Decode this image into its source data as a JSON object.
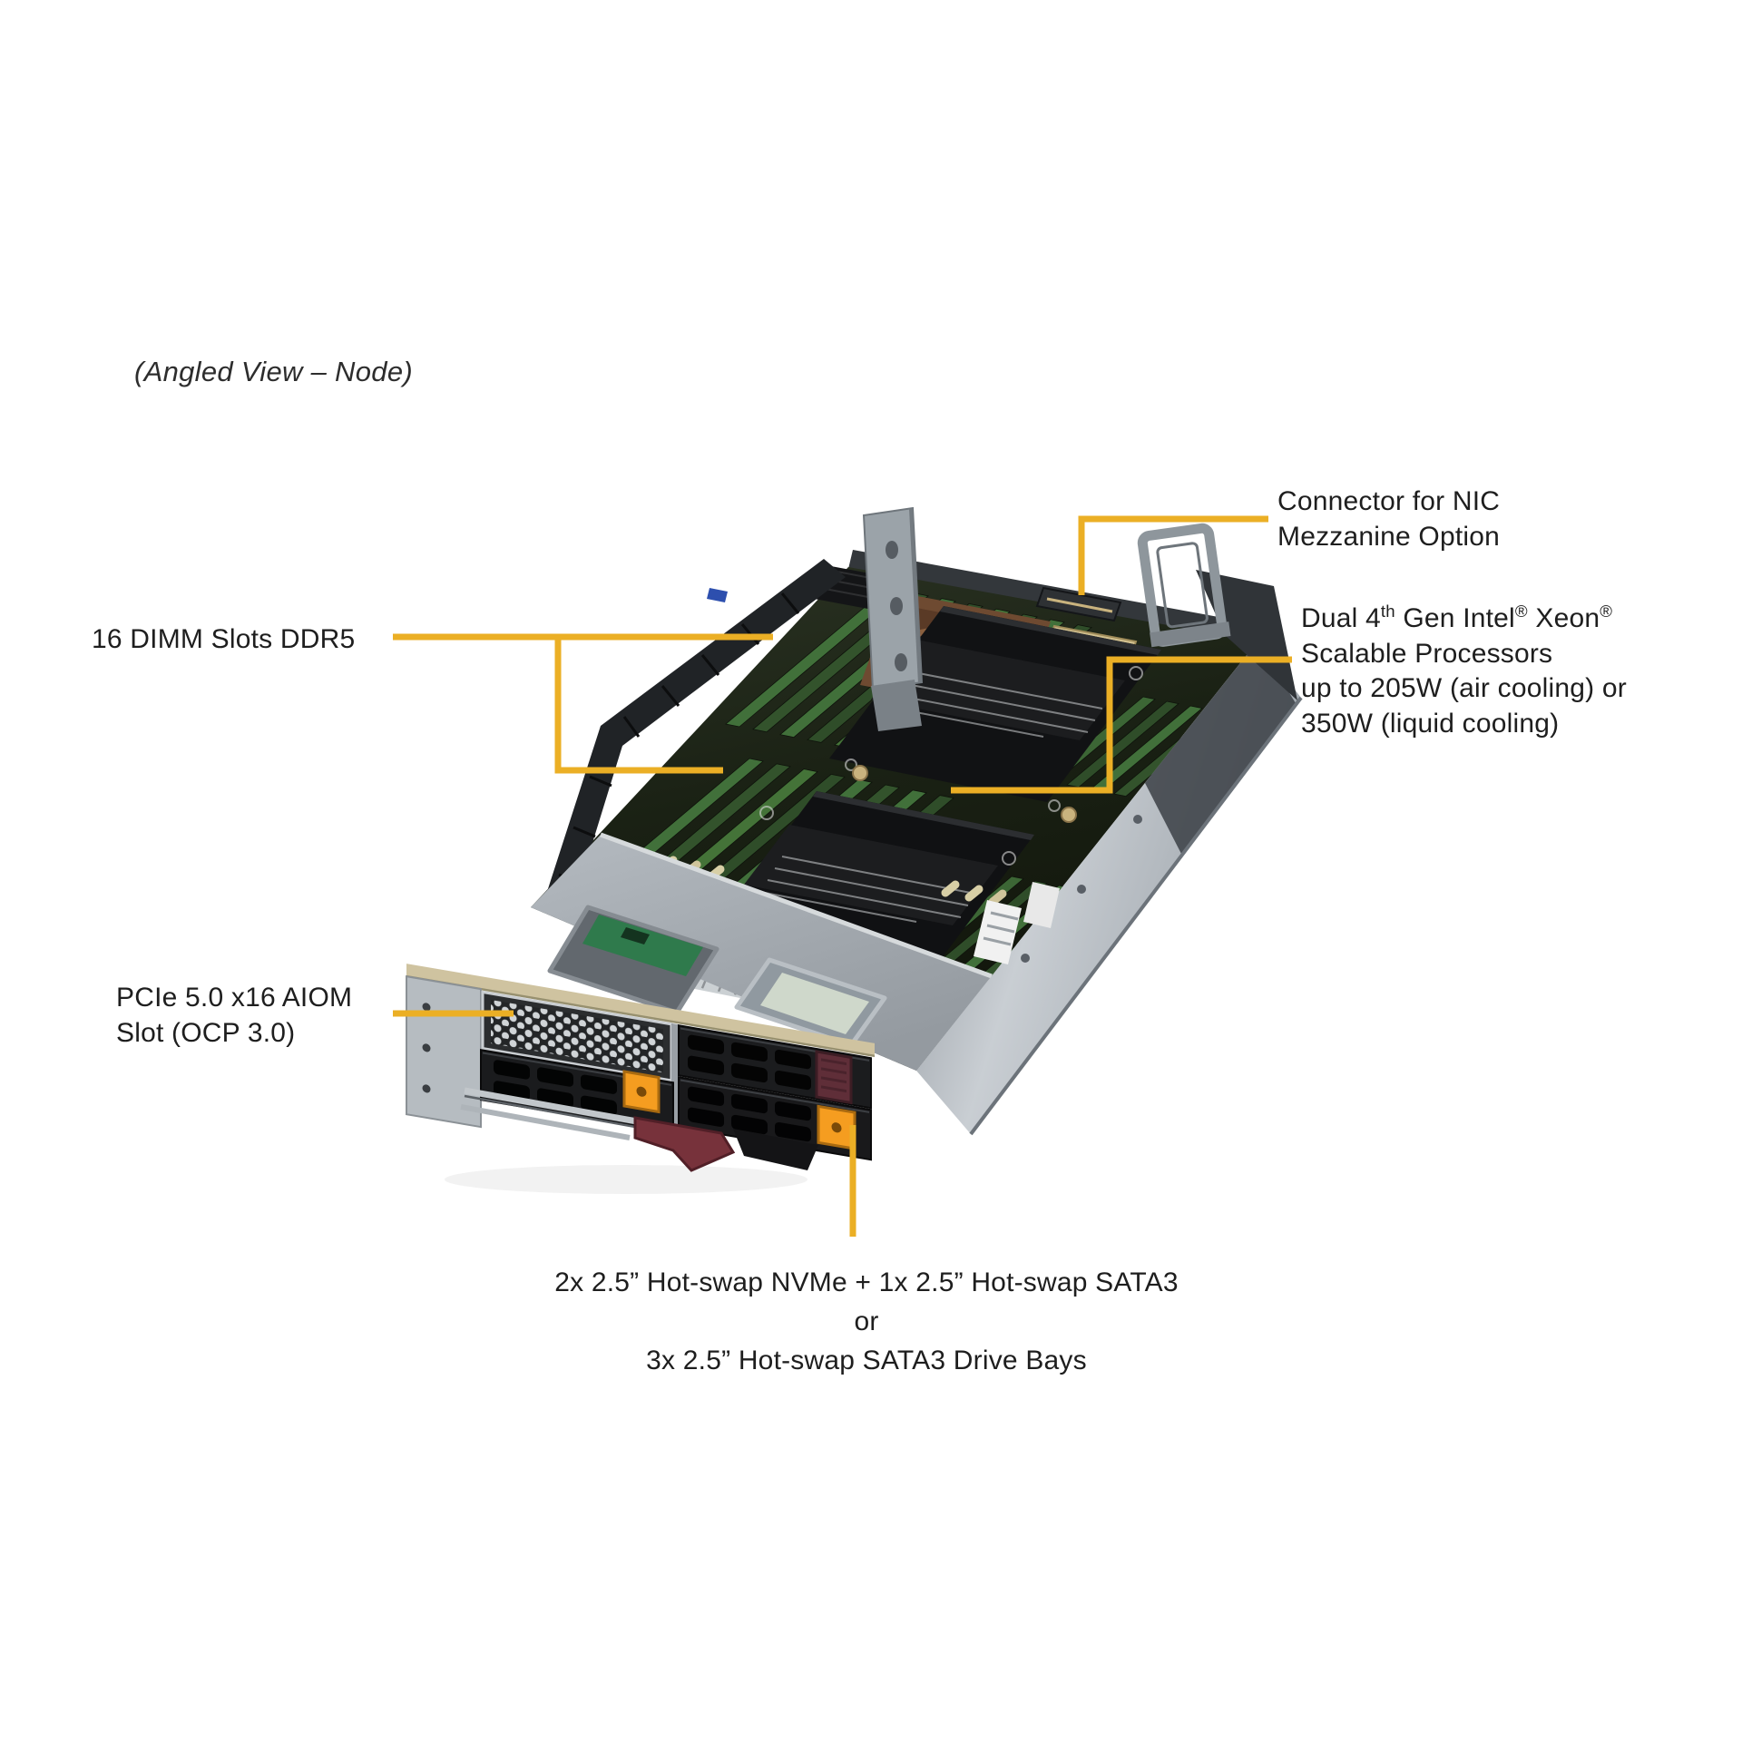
{
  "figure": {
    "view_note": "(Angled View – Node)"
  },
  "colors": {
    "callout_line": "#EBAF25",
    "label_text": "#1e1e1e"
  },
  "callouts": {
    "nic": {
      "line1": "Connector for NIC",
      "line2": "Mezzanine Option"
    },
    "processor": {
      "line1_pre": "Dual 4",
      "line1_sup1": "th",
      "line1_mid1": " Gen Intel",
      "line1_sup2": "®",
      "line1_mid2": " Xeon",
      "line1_sup3": "®",
      "line2": "Scalable Processors",
      "line3": "up to 205W (air cooling) or",
      "line4": "350W (liquid cooling)"
    },
    "dimm": {
      "label": "16 DIMM Slots DDR5"
    },
    "pcie": {
      "line1": "PCIe 5.0 x16 AIOM",
      "line2": "Slot (OCP 3.0)"
    },
    "drives": {
      "line1": "2x 2.5” Hot-swap NVMe + 1x 2.5” Hot-swap SATA3",
      "line2": "or",
      "line3": "3x 2.5” Hot-swap SATA3 Drive Bays"
    }
  }
}
